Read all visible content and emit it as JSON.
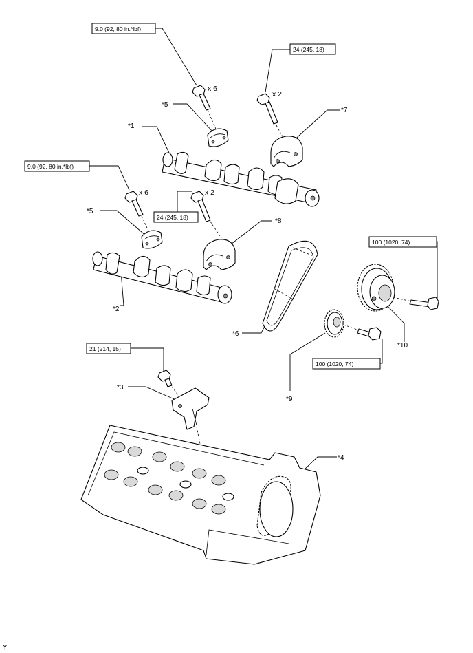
{
  "torque_specs": {
    "cap_bolts_upper": "9.0 (92, 80 in.*lbf)",
    "cap_bolts_lower": "9.0 (92, 80 in.*lbf)",
    "bearing_cap_bolts_upper": "24 (245, 18)",
    "bearing_cap_bolts_lower": "24 (245, 18)",
    "vvt_gear_bolt": "100 (1020, 74)",
    "sprocket_bolt": "100 (1020, 74)",
    "chain_guide_bolt": "21 (214, 15)"
  },
  "quantities": {
    "upper_cap_bolts": "x 6",
    "lower_cap_bolts": "x 6",
    "upper_bearing_bolts": "x 2",
    "lower_bearing_bolts": "x 2"
  },
  "callouts": {
    "c1": "*1",
    "c2": "*2",
    "c3": "*3",
    "c4": "*4",
    "c5_upper": "*5",
    "c5_lower": "*5",
    "c6": "*6",
    "c7": "*7",
    "c8": "*8",
    "c9": "*9",
    "c10": "*10"
  },
  "corner_mark": "Y"
}
